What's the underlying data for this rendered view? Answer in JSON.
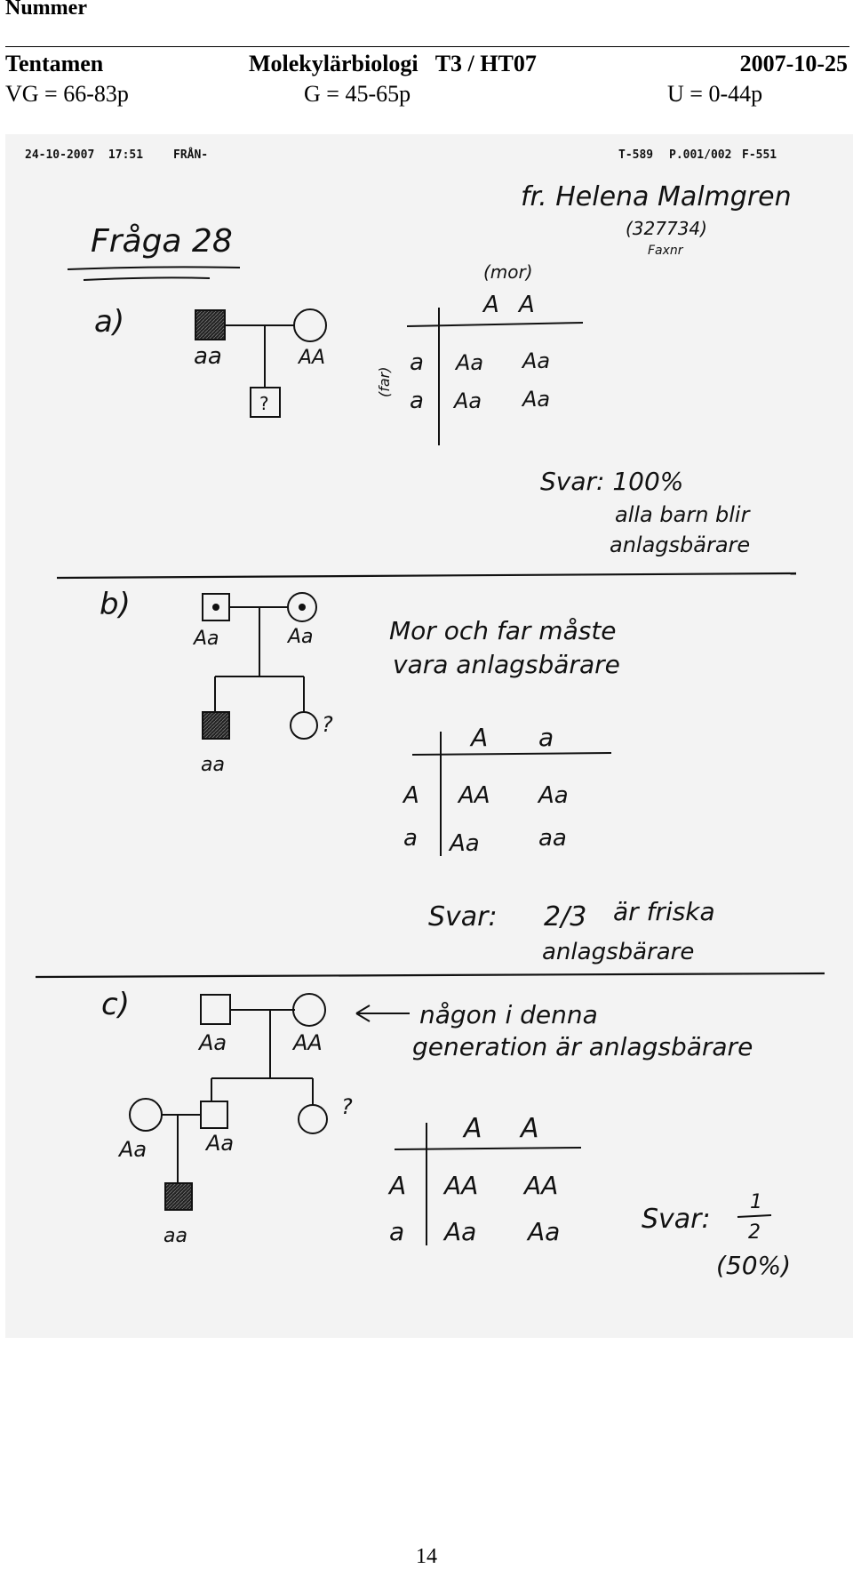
{
  "header": {
    "nummer": "Nummer",
    "left": "Tentamen",
    "middle": "Molekylärbiologi   T3 / HT07",
    "right": "2007-10-25",
    "grade_vg": "VG = 66-83p",
    "grade_g": "G = 45-65p",
    "grade_u": "U = 0-44p"
  },
  "fax_header": {
    "datetime": "24-10-2007  17:51",
    "from": "FRÅN-",
    "id": "T-589",
    "page": "P.001/002",
    "code": "F-551"
  },
  "sender": {
    "name": "fr. Helena Malmgren",
    "number": "(327734)",
    "fax": "Faxnr"
  },
  "question_title": "Fråga 28",
  "part_a": {
    "label": "a)",
    "father_genotype": "aa",
    "mother_genotype": "AA",
    "child_unknown": "?",
    "mother_tag": "(mor)",
    "father_tag": "(far)",
    "punnett": {
      "cols": [
        "A",
        "A"
      ],
      "rows": [
        {
          "h": "a",
          "cells": [
            "Aa",
            "Aa"
          ]
        },
        {
          "h": "a",
          "cells": [
            "Aa",
            "Aa"
          ]
        }
      ]
    },
    "answer": [
      "Svar: 100%",
      "alla barn blir",
      "anlagsbärare"
    ]
  },
  "part_b": {
    "label": "b)",
    "father_genotype": "Aa",
    "mother_genotype": "Aa",
    "son_genotype": "aa",
    "daughter_unknown": "?",
    "note": [
      "Mor och far måste",
      "vara anlagsbärare"
    ],
    "punnett": {
      "cols": [
        "A",
        "a"
      ],
      "rows": [
        {
          "h": "A",
          "cells": [
            "AA",
            "Aa"
          ]
        },
        {
          "h": "a",
          "cells": [
            "Aa",
            "aa"
          ]
        }
      ]
    },
    "answer_prefix": "Svar:",
    "answer_fraction": "2/3",
    "answer_text": "är friska",
    "answer_line2": "anlagsbärare"
  },
  "part_c": {
    "label": "c)",
    "grandfather_genotype": "Aa",
    "grandmother_genotype": "AA",
    "note": [
      "någon i denna",
      "generation är anlagsbärare"
    ],
    "wife_genotype": "Aa",
    "son_genotype": "Aa",
    "daughter_unknown": "?",
    "grandchild_genotype": "aa",
    "punnett": {
      "cols": [
        "A",
        "A"
      ],
      "rows": [
        {
          "h": "A",
          "cells": [
            "AA",
            "AA"
          ]
        },
        {
          "h": "a",
          "cells": [
            "Aa",
            "Aa"
          ]
        }
      ]
    },
    "answer_prefix": "Svar:",
    "answer_num": "1",
    "answer_den": "2",
    "answer_pct": "(50%)"
  },
  "page_number": "14"
}
